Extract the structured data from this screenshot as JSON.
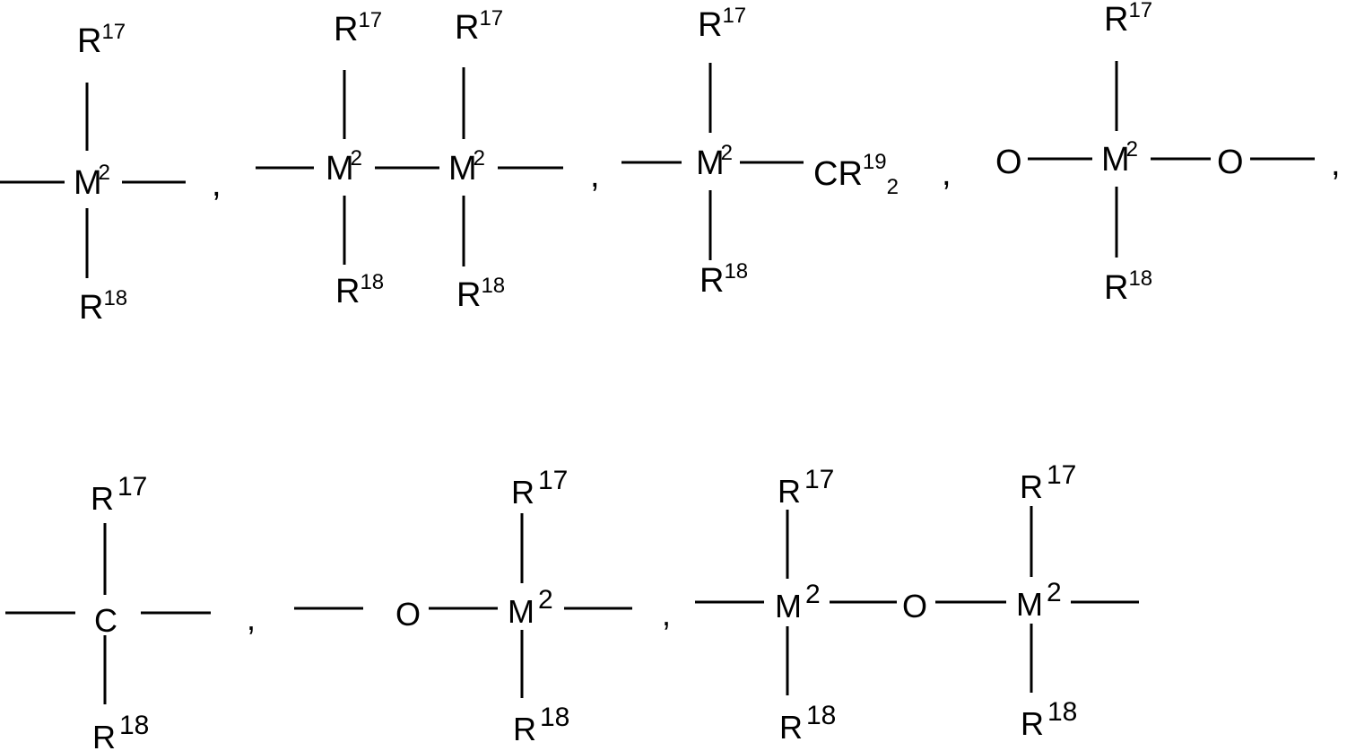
{
  "symbols": {
    "metal": "M",
    "metal_index": "2",
    "carbon": "C",
    "oxygen": "O",
    "group": "R",
    "top_index": "17",
    "bottom_index": "18",
    "methylene_group": "CR",
    "methylene_index": "19",
    "methylene_count": "2",
    "separator": ","
  },
  "colors": {
    "ink": "#000000",
    "background": "#ffffff"
  }
}
